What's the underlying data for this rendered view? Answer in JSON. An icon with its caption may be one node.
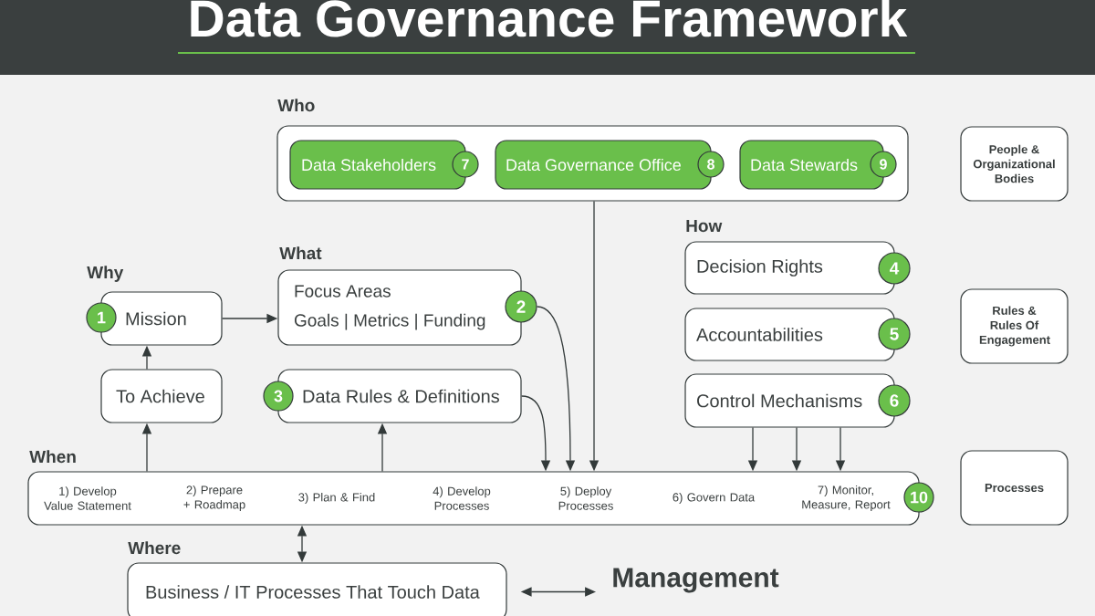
{
  "diagram": {
    "title": "Data Governance Framework",
    "nodes": [
      {
        "text": [
          "Who"
        ]
      },
      {
        "text": [
          "Data Stakeholders"
        ],
        "in": 0
      },
      {
        "text": [
          "7"
        ],
        "in": 0
      },
      {
        "text": [
          "Data Governance Office"
        ],
        "in": 0
      },
      {
        "text": [
          "8"
        ],
        "in": 0
      },
      {
        "text": [
          "Data Stewards"
        ],
        "in": 0
      },
      {
        "text": [
          "9"
        ],
        "in": 0
      },
      {
        "text": [
          "People & Organizational Bodies"
        ]
      },
      {
        "text": [
          "Mission"
        ]
      },
      {
        "text": [
          "1"
        ]
      },
      {
        "text": [
          "Focus Areas",
          "Goals | Metrics | Funding"
        ]
      },
      {
        "text": [
          "2"
        ]
      },
      {
        "text": [
          "Decision Rights"
        ]
      },
      {
        "text": [
          "4"
        ]
      },
      {
        "text": [
          "Rules & Rules Of Engagement"
        ]
      },
      {
        "text": [
          "Accountabilities"
        ]
      },
      {
        "text": [
          "5"
        ]
      },
      {
        "text": [
          "To Achieve"
        ]
      },
      {
        "text": [
          "Data Rules & Definitions"
        ]
      },
      {
        "text": [
          "3"
        ]
      },
      {
        "text": [
          "Control Mechanisms"
        ]
      },
      {
        "text": [
          "6"
        ]
      },
      {
        "text": [
          "1) Develop Value Statement",
          "2) Prepare + Roadmap",
          "3) Plan & Find",
          "4) Develop Processes",
          "5) Deploy Processes",
          "6) Govern Data",
          "7) Monitor, Measure, Report"
        ]
      },
      {
        "text": [
          "10"
        ]
      },
      {
        "text": [
          "Processes"
        ]
      },
      {
        "text": [
          "Business / IT Processes That Touch Data"
        ]
      },
      {
        "text": [
          "Management"
        ]
      }
    ],
    "edges": [
      {
        "from": 8,
        "to": 10,
        "arrow": "to"
      },
      {
        "from": 17,
        "to": 8,
        "arrow": "to"
      },
      {
        "from": 22,
        "to": 17,
        "arrow": "to"
      },
      {
        "from": 22,
        "to": 18,
        "arrow": "to"
      },
      {
        "from": 11,
        "to": 22,
        "arrow": "to"
      },
      {
        "from": 18,
        "to": 22,
        "arrow": "to"
      },
      {
        "from": 0,
        "to": 22,
        "arrow": "to"
      },
      {
        "from": 20,
        "to": 22,
        "arrow": "to"
      },
      {
        "from": 20,
        "to": 22,
        "arrow": "to"
      },
      {
        "from": 20,
        "to": 22,
        "arrow": "to"
      },
      {
        "from": 22,
        "to": 25,
        "arrow": "both"
      },
      {
        "from": 25,
        "to": 26,
        "arrow": "both"
      }
    ],
    "labels": [
      "How",
      "What",
      "Why",
      "When",
      "Where"
    ]
  }
}
